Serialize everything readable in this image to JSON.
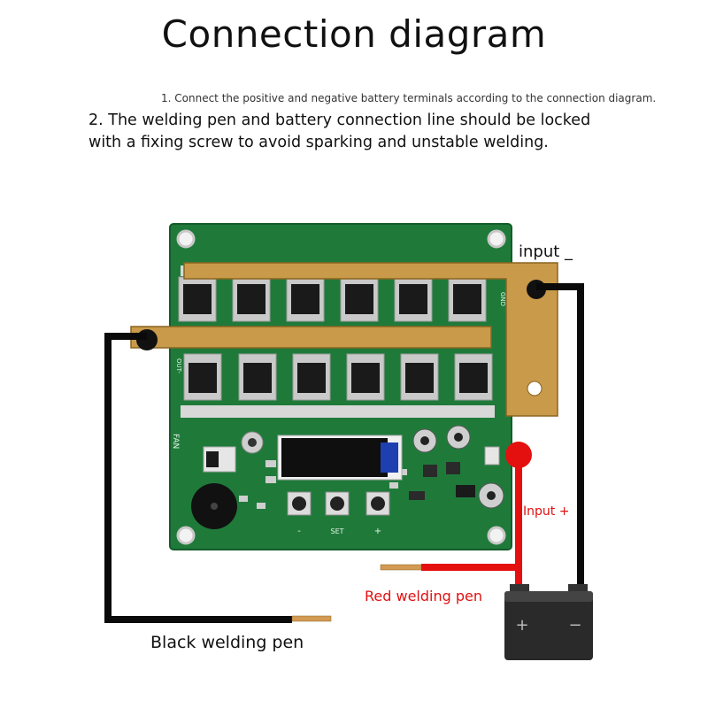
{
  "title": "Connection diagram",
  "notes": [
    "1. Connect the positive and negative battery terminals according to the connection diagram.",
    "2. The welding pen and battery connection line should be locked with a fixing screw to avoid sparking and unstable welding."
  ],
  "labels": {
    "input_minus": "input _",
    "input_plus": "Input +",
    "red_pen": "Red welding pen",
    "black_pen": "Black welding pen"
  },
  "board": {
    "buttons": [
      "-",
      "SET",
      "+"
    ],
    "silkscreen_out": "OUT-",
    "silkscreen_gnd": "GND",
    "silkscreen_fan": "FAN"
  },
  "battery": {
    "plus": "+",
    "minus": "−"
  },
  "colors": {
    "pcb": "#1f7a3a",
    "copper": "#c89a4a",
    "wire_black": "#0a0a0a",
    "wire_red": "#e41010",
    "label_red": "#e01010"
  }
}
